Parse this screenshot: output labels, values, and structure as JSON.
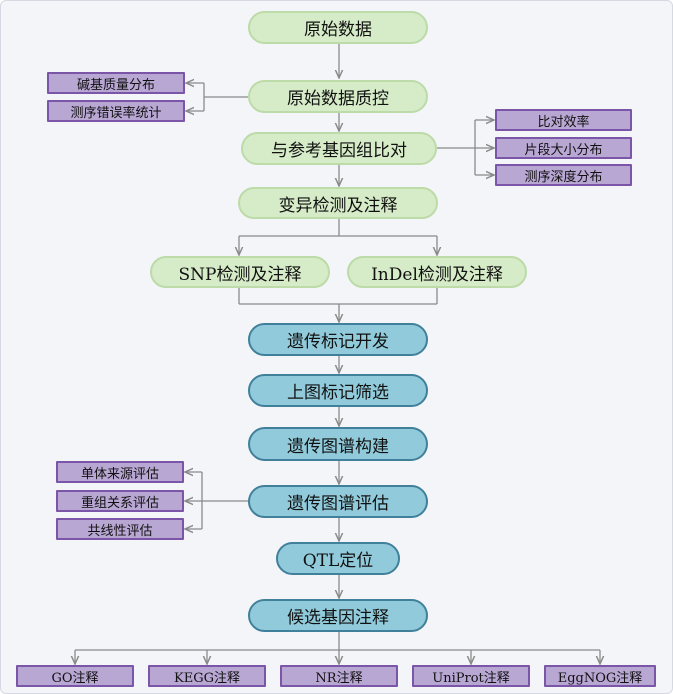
{
  "colors": {
    "green_fill": "#d6ebc7",
    "blue_fill": "#91cbdb",
    "blue_border": "#40809a",
    "purple_fill": "#b8a6d3",
    "purple_border": "#7a55a8",
    "connector": "#8a8a8a"
  },
  "steps": {
    "raw_data": "原始数据",
    "raw_qc": "原始数据质控",
    "ref_align": "与参考基因组比对",
    "variant_detect": "变异检测及注释",
    "snp": "SNP检测及注释",
    "indel": "InDel检测及注释",
    "marker_dev": "遗传标记开发",
    "marker_screen": "上图标记筛选",
    "map_build": "遗传图谱构建",
    "map_eval": "遗传图谱评估",
    "qtl": "QTL定位",
    "candidate": "候选基因注释"
  },
  "qc_outputs": [
    "碱基质量分布",
    "测序错误率统计"
  ],
  "align_outputs": [
    "比对效率",
    "片段大小分布",
    "测序深度分布"
  ],
  "eval_outputs": [
    "单体来源评估",
    "重组关系评估",
    "共线性评估"
  ],
  "annotation_dbs": [
    "GO注释",
    "KEGG注释",
    "NR注释",
    "UniProt注释",
    "EggNOG注释"
  ]
}
